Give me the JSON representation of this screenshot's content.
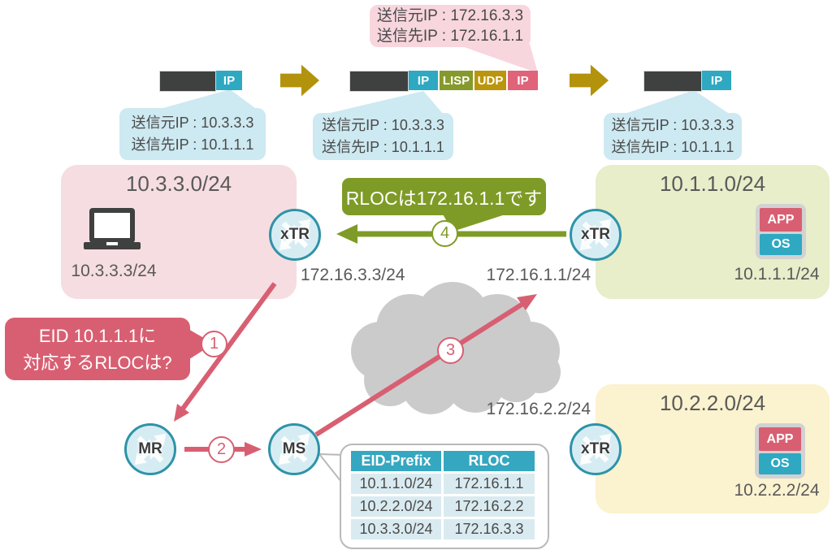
{
  "colors": {
    "teal": "#2fa8c2",
    "dark_bar": "#3f4040",
    "gold": "#b3920c",
    "olive": "#86992b",
    "pink_accent": "#d85f72",
    "pink_chip": "#e0637a",
    "green_accent": "#7f9b27",
    "site_pink_bg": "#f6dde1",
    "site_green_bg": "#e8edca",
    "site_yellow_bg": "#fbf2cf",
    "callout_blue_bg": "#cde9f1",
    "callout_pink_bg": "#f8d6de",
    "cloud": "#cbcbcb",
    "node_fill": "#d6ecf3",
    "node_border": "#2e93a8",
    "table_header_bg": "#35a7c0",
    "table_row_bg": "#d9ebf1",
    "text": "#595959"
  },
  "packets": {
    "plain_ip_label": "IP",
    "encap_labels": [
      "IP",
      "LISP",
      "UDP",
      "IP"
    ]
  },
  "callouts": {
    "outer_ip_header": {
      "line1": "送信元IP : 172.16.3.3",
      "line2": "送信先IP : 172.16.1.1"
    },
    "inner_ip_header": {
      "line1": "送信元IP : 10.3.3.3",
      "line2": "送信先IP : 10.1.1.1"
    },
    "map_request": {
      "line1": "EID 10.1.1.1に",
      "line2": "対応するRLOCは?"
    },
    "map_reply": {
      "text": "RLOCは172.16.1.1です"
    }
  },
  "sites": {
    "left": {
      "prefix": "10.3.3.0/24",
      "host_ip": "10.3.3.3/24"
    },
    "topright": {
      "prefix": "10.1.1.0/24",
      "host_ip": "10.1.1.1/24"
    },
    "bottomright": {
      "prefix": "10.2.2.0/24",
      "host_ip": "10.2.2.2/24"
    }
  },
  "host_stack": {
    "app": "APP",
    "os": "OS"
  },
  "rloc_labels": {
    "left_xtr": "172.16.3.3/24",
    "right_xtr": "172.16.1.1/24",
    "bottom_xtr": "172.16.2.2/24"
  },
  "nodes": {
    "xtr": "xTR",
    "mr": "MR",
    "ms": "MS"
  },
  "steps": {
    "s1": "1",
    "s2": "2",
    "s3": "3",
    "s4": "4"
  },
  "map_table": {
    "headers": [
      "EID-Prefix",
      "RLOC"
    ],
    "rows": [
      {
        "eid": "10.1.1.0/24",
        "rloc": "172.16.1.1"
      },
      {
        "eid": "10.2.2.0/24",
        "rloc": "172.16.2.2"
      },
      {
        "eid": "10.3.3.0/24",
        "rloc": "172.16.3.3"
      }
    ]
  }
}
